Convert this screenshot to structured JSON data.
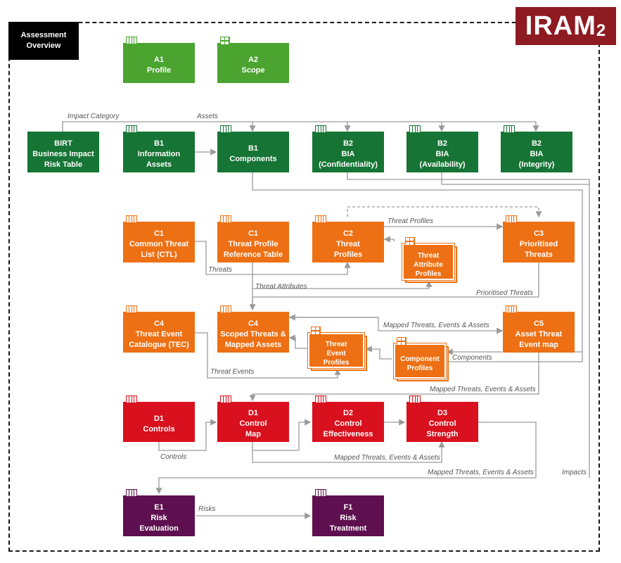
{
  "overview_label": "Assessment\nOverview",
  "logo": {
    "main": "IRAM",
    "sub": "2"
  },
  "colors": {
    "light_green": "#4aa42f",
    "dark_green": "#167434",
    "orange": "#ed7014",
    "red": "#d9101d",
    "purple": "#5e0f4f",
    "line": "#9a9a9a",
    "logo": "#8e1a22"
  },
  "nodes": [
    {
      "id": "a1",
      "label": "A1\nProfile",
      "color": "light_green",
      "tab": "bars"
    },
    {
      "id": "a2",
      "label": "A2\nScope",
      "color": "light_green",
      "tab": "grid"
    },
    {
      "id": "birt",
      "label": "BIRT\nBusiness Impact\nRisk Table",
      "color": "dark_green",
      "tab": "none"
    },
    {
      "id": "b1info",
      "label": "B1\nInformation\nAssets",
      "color": "dark_green",
      "tab": "bars"
    },
    {
      "id": "b1comp",
      "label": "B1\nComponents",
      "color": "dark_green",
      "tab": "bars"
    },
    {
      "id": "b2c",
      "label": "B2\nBIA\n(Confidentiality)",
      "color": "dark_green",
      "tab": "bars"
    },
    {
      "id": "b2a",
      "label": "B2\nBIA\n(Availability)",
      "color": "dark_green",
      "tab": "bars"
    },
    {
      "id": "b2i",
      "label": "B2\nBIA\n(Integrity)",
      "color": "dark_green",
      "tab": "bars"
    },
    {
      "id": "c1ctl",
      "label": "C1\nCommon Threat\nList (CTL)",
      "color": "orange",
      "tab": "bars"
    },
    {
      "id": "c1tp",
      "label": "C1\nThreat Profile\nReference Table",
      "color": "orange",
      "tab": "bars"
    },
    {
      "id": "c2",
      "label": "C2\nThreat\nProfiles",
      "color": "orange",
      "tab": "bars"
    },
    {
      "id": "tap",
      "label": "Threat\nAttribute\nProfiles",
      "color": "orange",
      "tab": "grid"
    },
    {
      "id": "c3",
      "label": "C3\nPrioritised\nThreats",
      "color": "orange",
      "tab": "bars"
    },
    {
      "id": "c4tec",
      "label": "C4\nThreat Event\nCatalogue (TEC)",
      "color": "orange",
      "tab": "bars"
    },
    {
      "id": "c4st",
      "label": "C4\nScoped Threats &\nMapped Assets",
      "color": "orange",
      "tab": "bars"
    },
    {
      "id": "tep",
      "label": "Threat\nEvent\nProfiles",
      "color": "orange",
      "tab": "grid"
    },
    {
      "id": "cp",
      "label": "Component\nProfiles",
      "color": "orange",
      "tab": "grid"
    },
    {
      "id": "c5",
      "label": "C5\nAsset Threat\nEvent map",
      "color": "orange",
      "tab": "bars"
    },
    {
      "id": "d1c",
      "label": "D1\nControls",
      "color": "red",
      "tab": "bars"
    },
    {
      "id": "d1m",
      "label": "D1\nControl\nMap",
      "color": "red",
      "tab": "bars"
    },
    {
      "id": "d2",
      "label": "D2\nControl\nEffectiveness",
      "color": "red",
      "tab": "bars"
    },
    {
      "id": "d3",
      "label": "D3\nControl\nStrength",
      "color": "red",
      "tab": "bars"
    },
    {
      "id": "e1",
      "label": "E1\nRisk\nEvaluation",
      "color": "purple",
      "tab": "bars"
    },
    {
      "id": "f1",
      "label": "F1\nRisk\nTreatment",
      "color": "purple",
      "tab": "bars"
    }
  ],
  "edge_labels": {
    "impact_category": "Impact Category",
    "assets": "Assets",
    "threat_profiles": "Threat Profiles",
    "threats": "Threats",
    "threat_attributes": "Threat Attributes",
    "prioritised_threats": "Prioritised Threats",
    "mapped_threats_1": "Mapped Threats, Events & Assets",
    "components": "Components",
    "threat_events": "Threat Events",
    "mapped_threats_2": "Mapped Threats, Events & Assets",
    "controls": "Controls",
    "mapped_threats_3": "Mapped Threats, Events & Assets",
    "mapped_threats_4": "Mapped Threats, Events & Assets",
    "impacts": "Impacts",
    "risks": "Risks"
  }
}
